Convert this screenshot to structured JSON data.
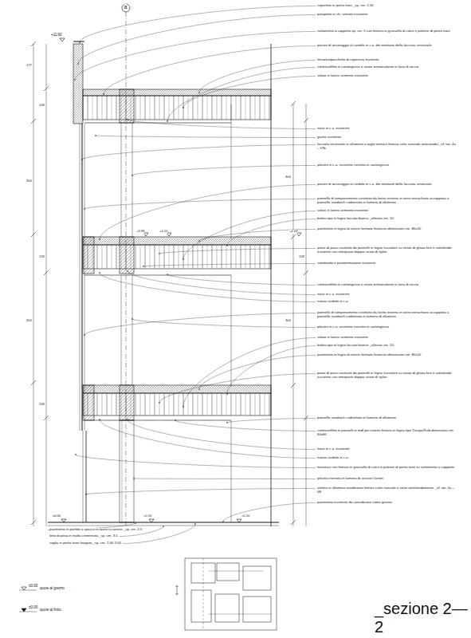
{
  "diagram": {
    "title": "_sezione 2—2",
    "labels": [
      "copertina in pietra trani _sp. cm. 2,50",
      "parapetto in cls. armato esistente",
      "isolamento a cappotto sp. cm. 5 con finitura in grassello di calce e polvere di pietra trani",
      "piastre di ancoraggio al cordolo in c.a. dei montanti della facciata strutturale",
      "terrazza/pacchetto di copertura esistente",
      "controsoffitto in cartongesso e strato termoisolante in lana di roccia",
      "solaio in latero cemento esistente",
      "trave in c.a. esistente",
      "giunto esistente",
      "facciata strutturale in alluminio a taglio termico finitura color naturale anticorodal _rif. tav. 4a – 07b",
      "pilastro in c.a. esistente rivestito in cartongesso",
      "piastre di ancoraggio al cordolo in c.a. dei montanti della facciata strutturale",
      "pannello di tamponamento costituito da lastra esterna in vetro extrachiaro accoppiata a pannello sandwich coibentato in lamiera di alluminio",
      "solaio in latero cemento esistente",
      "battiscopa in legno laccato bianco _altezza cm. 10",
      "pavimento in legno di rovere formato listoncini dimensioni cm. 80x10",
      "piano di posa costituito da pannelli in legno truciolare su strato di ghiaia fine e sottofondo esistente con interposto doppio strato di nylon",
      "sottofondo e pavimentazione esistente",
      "controsoffitto in cartongesso e strato termoisolante in lana di roccia",
      "trave in c.a. esistente",
      "nuovo cordolo in c.a.",
      "pannello di tamponamento costituito da lastra esterna in vetro extrachiaro accoppiata a pannello sandwich coibentato in lamiera di alluminio",
      "pilastro in c.a. esistente rivestito in cartongesso",
      "solaio in latero cemento esistente",
      "battiscopa in legno laccato bianco _altezza cm. 10",
      "pavimento in legno di rovere formato listoncini dimensioni cm. 80x10",
      "piano di posa costituito da pannelli in legno truciolare su strato di ghiaia fine e sottofondo esistente con interposto doppio strato di nylon",
      "pannello sandwich coibentato in lamiera di alluminio",
      "controsoffitto in pannelli in mdf per esterni finitura in legno tipo Trespa/Kuib dimensioni cm. 60x60",
      "trave in c.a. esistente",
      "nuovo cordolo in c.a.",
      "muratura con finitura in grassello di calce e polvere di pietra trani su isolamento a cappotto",
      "pilastro rivestito in lamiera di acciaio Corten",
      "vetrina in alluminio anodizzato finitura color naturale e vetro antisfondamento _rif. tav. 4a – 08",
      "pavimento esistente da considerare come grezzo",
      "pavimento in porfido a spacco in lastre a correre _sp. cm. 2,5",
      "letto di posa in malta cementizia _sp. cm. 3,5",
      "soglia in pietra trani levigata _sp. cm. 2,00-3,00",
      "a",
      "+11.60",
      "+3.98",
      "+4.10",
      "+4.04",
      "+0.10",
      "+0.10",
      "±0.00",
      "177",
      "108",
      "304",
      "158",
      "304",
      "158",
      "304",
      "158",
      "304",
      "±0.00",
      "±0.00"
    ],
    "legend": [
      {
        "text": "quote al grezzo"
      },
      {
        "text": "quote al finito"
      }
    ]
  }
}
